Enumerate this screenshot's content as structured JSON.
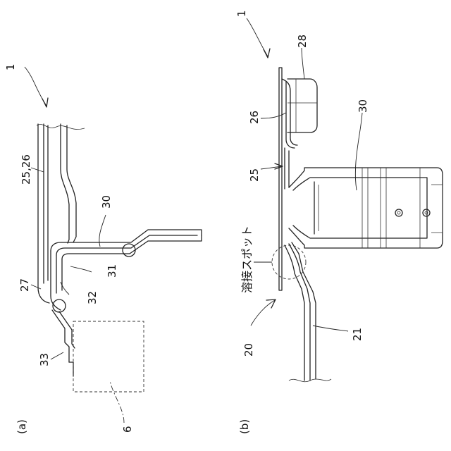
{
  "panel_a": {
    "caption": "(a)",
    "labels": {
      "assembly": "1",
      "member_25_26": "25,26",
      "bracket_30": "30",
      "part_27": "27",
      "part_31": "31",
      "part_32": "32",
      "part_33": "33",
      "part_6": "6"
    }
  },
  "panel_b": {
    "caption": "(b)",
    "labels": {
      "assembly": "1",
      "part_28": "28",
      "part_26": "26",
      "bracket_30": "30",
      "part_25": "25",
      "spot_weld": "溶接スポット",
      "part_20": "20",
      "part_21": "21"
    }
  }
}
